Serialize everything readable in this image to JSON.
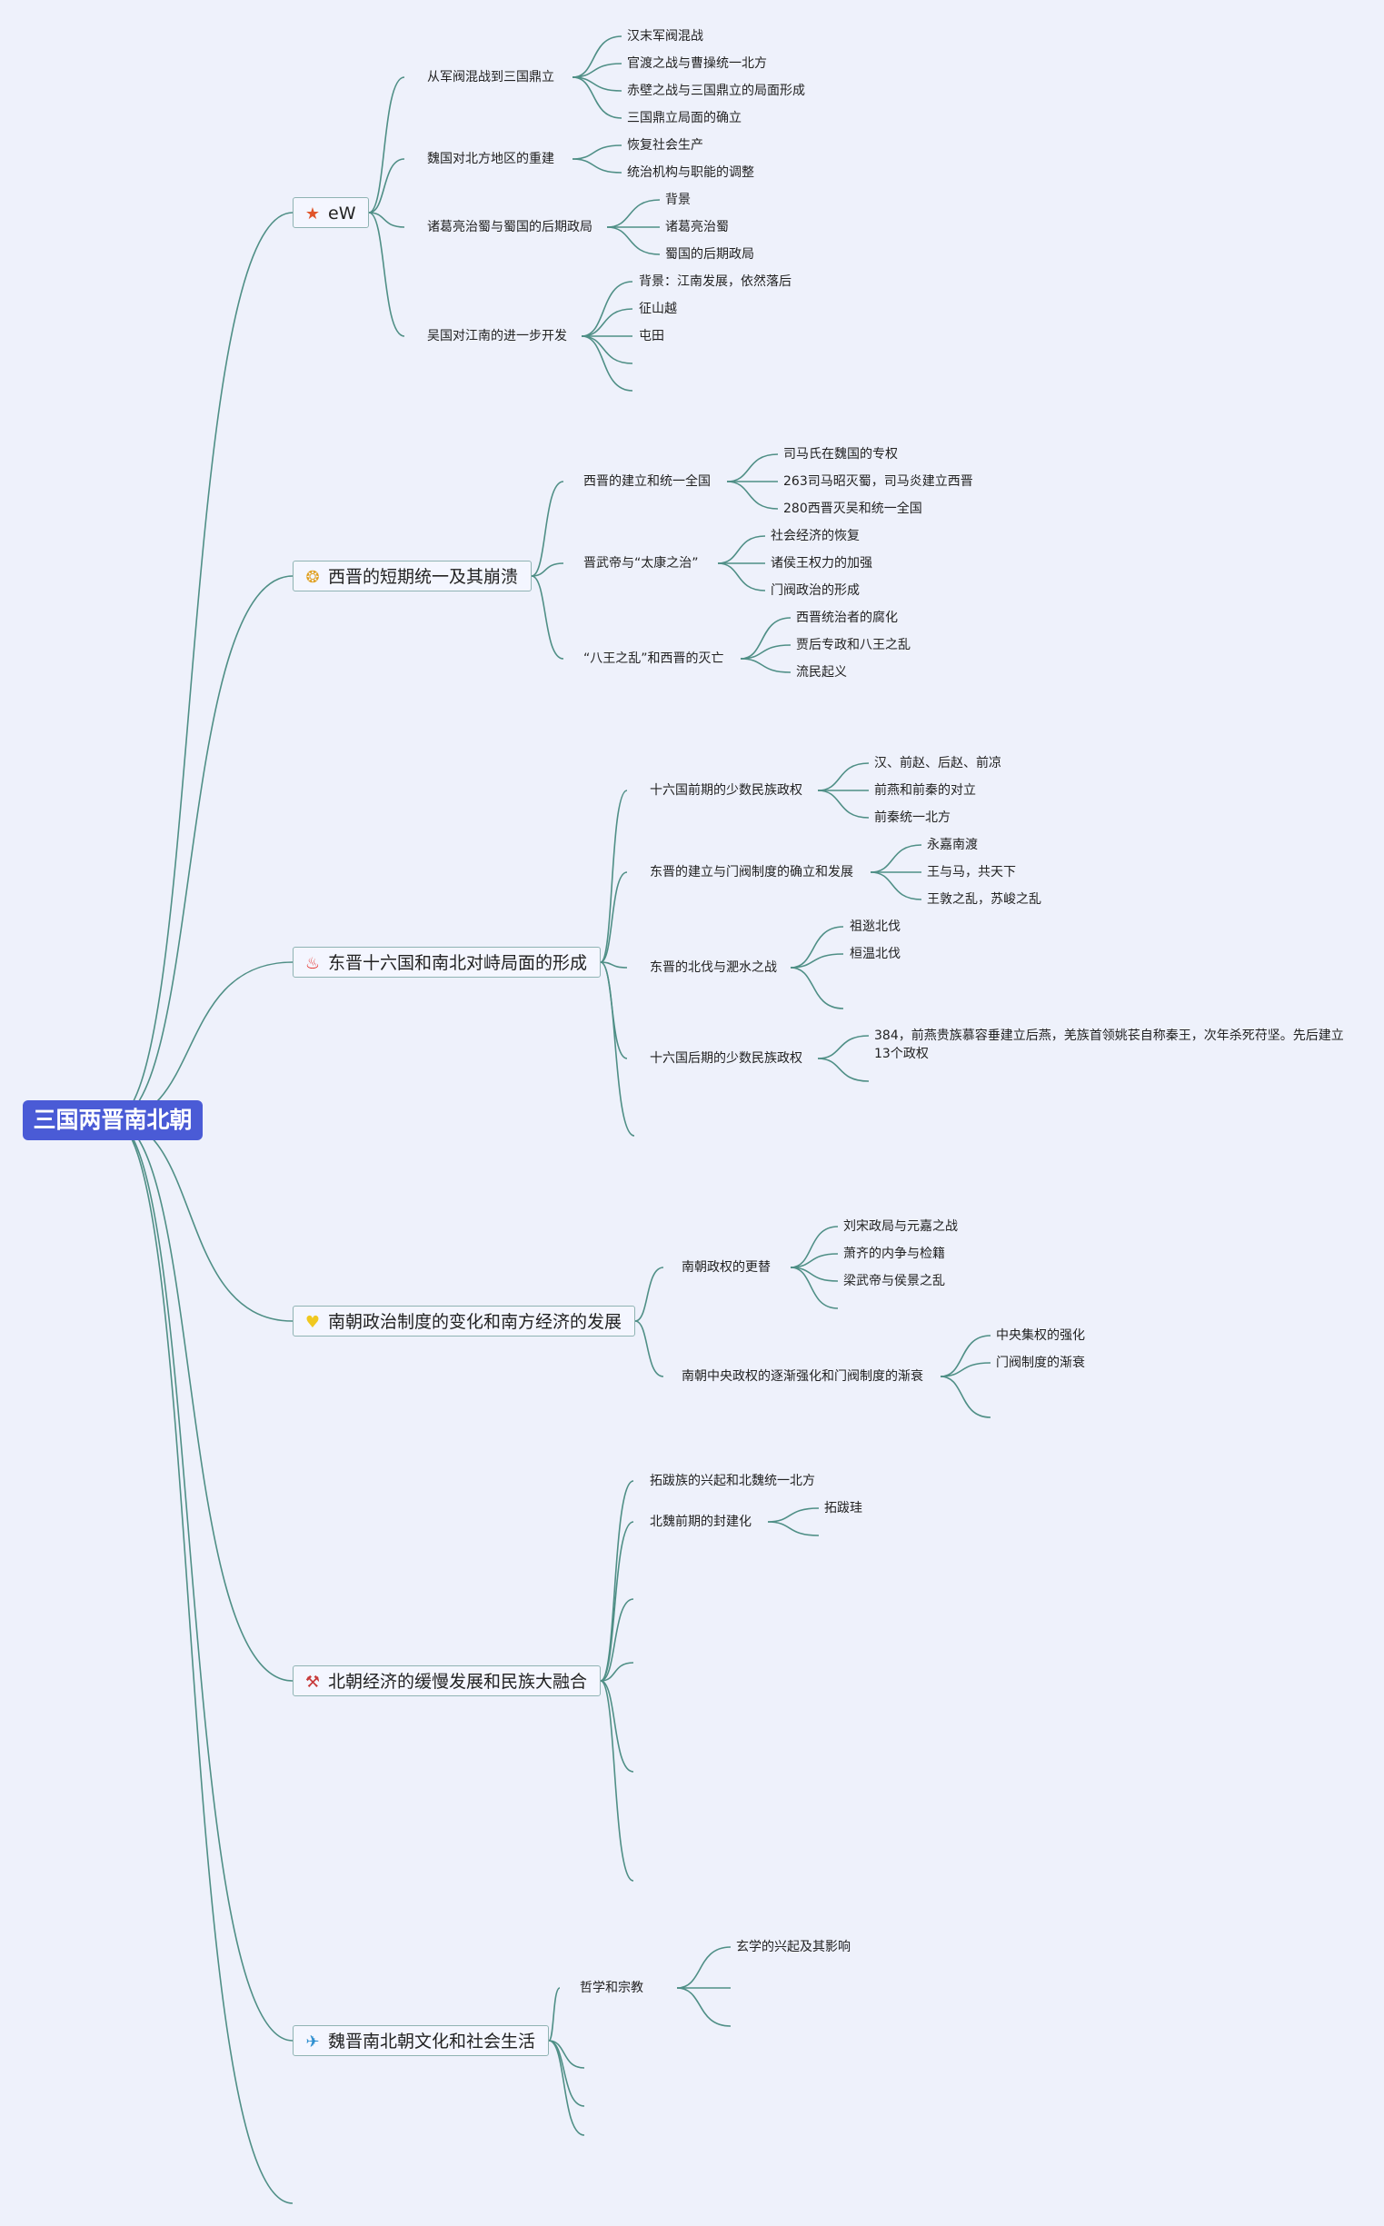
{
  "root": "三国两晋南北朝",
  "colors": {
    "root_bg": "#4a5bd6",
    "edge": "#4f8f86",
    "background": "#eef1fb"
  },
  "branches": [
    {
      "title": "eW",
      "icon": "star-icon",
      "subs": [
        {
          "title": "从军阀混战到三国鼎立",
          "leaves": [
            "汉末军阀混战",
            "官渡之战与曹操统一北方",
            "赤壁之战与三国鼎立的局面形成",
            "三国鼎立局面的确立"
          ]
        },
        {
          "title": "魏国对北方地区的重建",
          "leaves": [
            "恢复社会生产",
            "统治机构与职能的调整"
          ]
        },
        {
          "title": "诸葛亮治蜀与蜀国的后期政局",
          "leaves": [
            "背景",
            "诸葛亮治蜀",
            "蜀国的后期政局"
          ]
        },
        {
          "title": "吴国对江南的进一步开发",
          "leaves": [
            "背景：江南发展，依然落后",
            "征山越",
            "屯田",
            "",
            ""
          ]
        }
      ]
    },
    {
      "title": "西晋的短期统一及其崩溃",
      "icon": "medal-icon",
      "subs": [
        {
          "title": "西晋的建立和统一全国",
          "leaves": [
            "司马氏在魏国的专权",
            "263司马昭灭蜀，司马炎建立西晋",
            "280西晋灭吴和统一全国"
          ]
        },
        {
          "title": "晋武帝与“太康之治”",
          "leaves": [
            "社会经济的恢复",
            "诸侯王权力的加强",
            "门阀政治的形成"
          ]
        },
        {
          "title": "“八王之乱”和西晋的灭亡",
          "leaves": [
            "西晋统治者的腐化",
            "贾后专政和八王之乱",
            "流民起义"
          ]
        }
      ]
    },
    {
      "title": "东晋十六国和南北对峙局面的形成",
      "icon": "fire-icon",
      "subs": [
        {
          "title": "十六国前期的少数民族政权",
          "leaves": [
            "汉、前赵、后赵、前凉",
            "前燕和前秦的对立",
            "前秦统一北方"
          ]
        },
        {
          "title": "东晋的建立与门阀制度的确立和发展",
          "leaves": [
            "永嘉南渡",
            "王与马，共天下",
            "王敦之乱，苏峻之乱"
          ]
        },
        {
          "title": "东晋的北伐与淝水之战",
          "leaves": [
            "祖逖北伐",
            "桓温北伐",
            ""
          ]
        },
        {
          "title": "十六国后期的少数民族政权",
          "leaves": [
            "384，前燕贵族慕容垂建立后燕，羌族首领姚苌自称秦王，次年杀死苻坚。先后建立13个政权",
            ""
          ]
        },
        {
          "title": "",
          "leaves": []
        }
      ]
    },
    {
      "title": "南朝政治制度的变化和南方经济的发展",
      "icon": "gem-icon",
      "subs": [
        {
          "title": "南朝政权的更替",
          "leaves": [
            "刘宋政局与元嘉之战",
            "萧齐的内争与检籍",
            "梁武帝与侯景之乱",
            ""
          ]
        },
        {
          "title": "南朝中央政权的逐渐强化和门阀制度的渐衰",
          "leaves": [
            "中央集权的强化",
            "门阀制度的渐衰",
            ""
          ]
        }
      ]
    },
    {
      "title": "北朝经济的缓慢发展和民族大融合",
      "icon": "tools-icon",
      "subs": [
        {
          "title": "拓跋族的兴起和北魏统一北方",
          "leaves": []
        },
        {
          "title": "北魏前期的封建化",
          "leaves": [
            "拓跋珪",
            ""
          ]
        },
        {
          "title": "",
          "leaves": []
        },
        {
          "title": "",
          "leaves": []
        },
        {
          "title": "",
          "leaves": []
        },
        {
          "title": "",
          "leaves": []
        }
      ]
    },
    {
      "title": "魏晋南北朝文化和社会生活",
      "icon": "paper-plane-icon",
      "subs": [
        {
          "title": "哲学和宗教",
          "leaves": [
            "玄学的兴起及其影响",
            "",
            ""
          ]
        },
        {
          "title": "",
          "leaves": []
        },
        {
          "title": "",
          "leaves": []
        },
        {
          "title": "",
          "leaves": []
        }
      ]
    }
  ]
}
